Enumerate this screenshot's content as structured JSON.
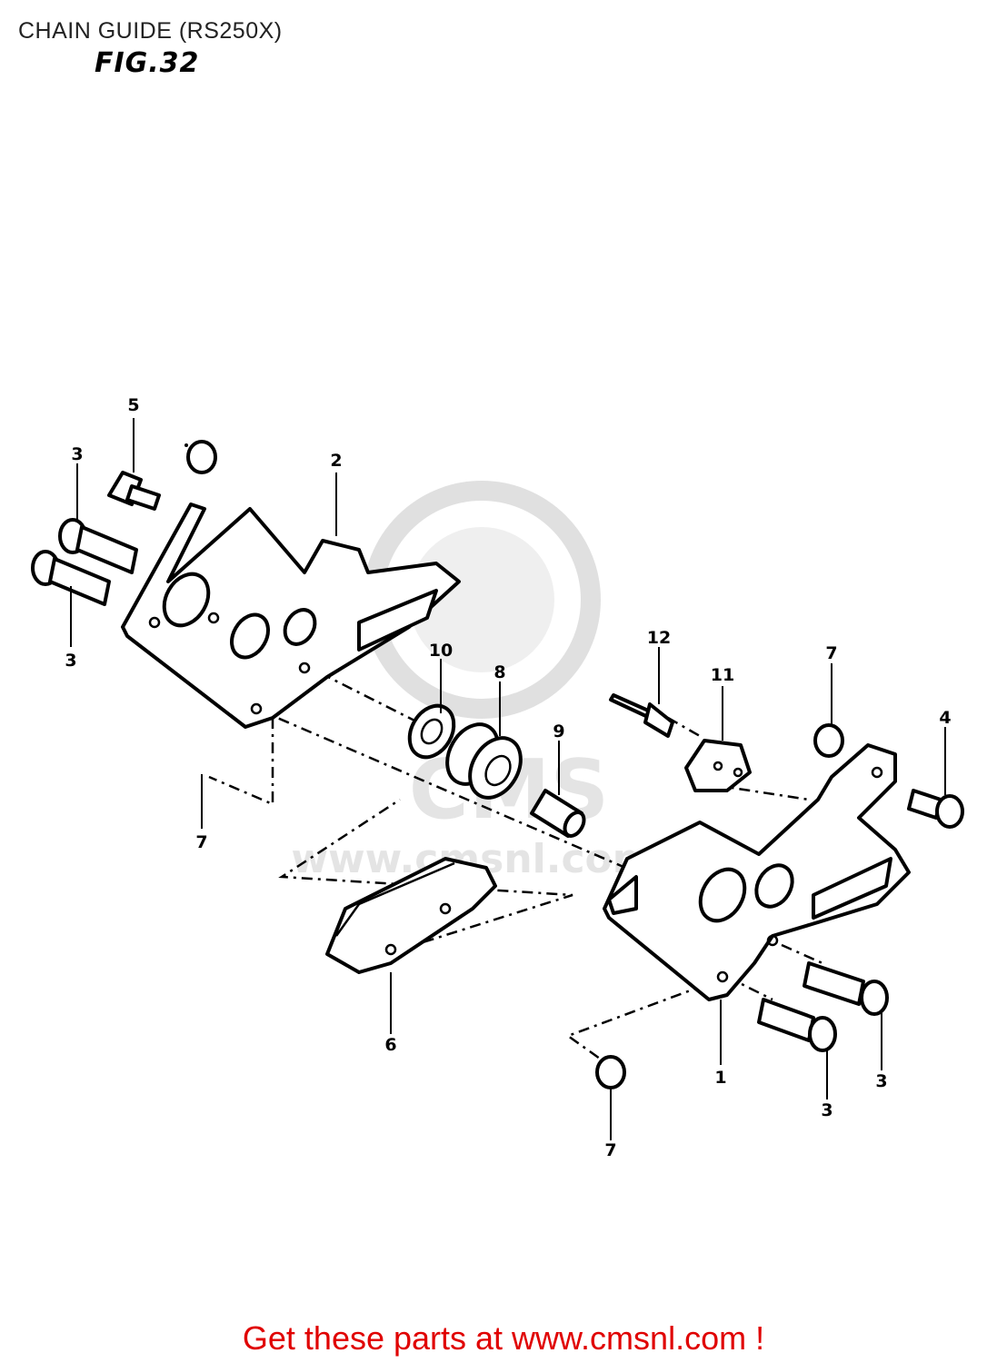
{
  "header": {
    "title": "CHAIN GUIDE (RS250X)",
    "figure": "FIG.32"
  },
  "watermark": {
    "text": "www.cmsnl.com",
    "logo_text": "CMS",
    "color": "#d9d9d9"
  },
  "callouts": {
    "c1": "1",
    "c2": "2",
    "c3a": "3",
    "c3b": "3",
    "c3c": "3",
    "c3d": "3",
    "c4": "4",
    "c5": "5",
    "c6": "6",
    "c7a": "7",
    "c7b": "7",
    "c7c": "7",
    "c8": "8",
    "c9": "9",
    "c10": "10",
    "c11": "11",
    "c12": "12"
  },
  "footer": {
    "link_text": "Get these parts at www.cmsnl.com !",
    "color": "#e00000"
  }
}
